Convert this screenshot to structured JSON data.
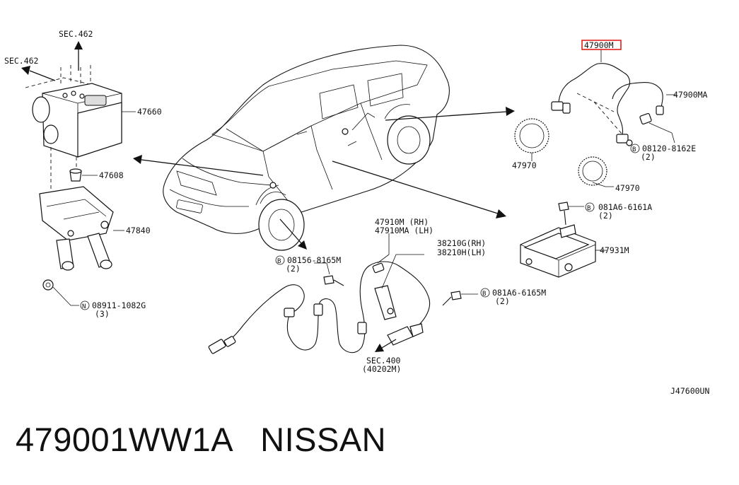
{
  "diagram": {
    "callouts": {
      "sec462_top": "SEC.462",
      "sec462_left": "SEC.462",
      "p47660": "47660",
      "p47608": "47608",
      "p47840": "47840",
      "n_bolt_code": "08911-1082G",
      "n_bolt_qty": "(3)",
      "b_bolt_front_code": "08156-8165M",
      "b_bolt_front_qty": "(2)",
      "p47910m": "47910M  (RH)",
      "p47910ma": "47910MA (LH)",
      "p38210g": "38210G(RH)",
      "p38210h": "38210H(LH)",
      "b_bolt_rear_code": "081A6-6165M",
      "b_bolt_rear_qty": "(2)",
      "sec400": "SEC.400",
      "sec400_sub": "(40202M)",
      "p47900m": "47900M",
      "p47900ma": "47900MA",
      "b_bolt_sensor_code": "08120-8162E",
      "b_bolt_sensor_qty": "(2)",
      "ring_front": "47970",
      "ring_rear": "47970",
      "b_bolt_unit_code": "081A6-6161A",
      "b_bolt_unit_qty": "(2)",
      "p47931m": "47931M",
      "diagram_code": "J47600UN",
      "circle_b": "B",
      "circle_n": "N"
    },
    "highlight_color": "#e0201b"
  },
  "caption": {
    "part_number": "479001WW1A",
    "brand": "NISSAN"
  }
}
